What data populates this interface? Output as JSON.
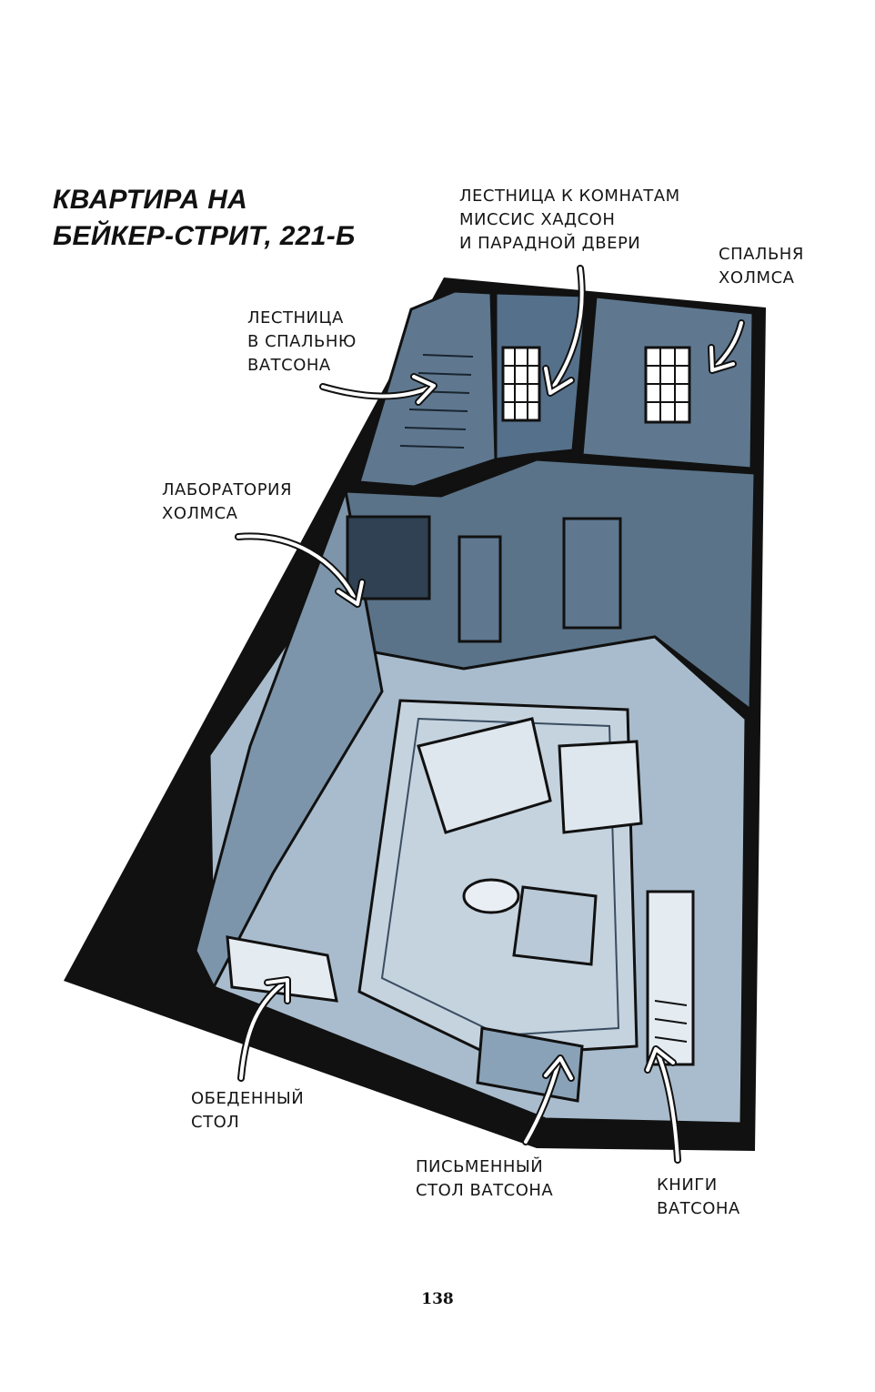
{
  "title": {
    "line1": "КВАРТИРА НА",
    "line2": "БЕЙКЕР-СТРИТ, 221-Б"
  },
  "labels": {
    "stairs_hudson": {
      "line1": "ЛЕСТНИЦА К КОМНАТАМ",
      "line2": "МИССИС ХАДСОН",
      "line3": "И ПАРАДНОЙ ДВЕРИ"
    },
    "holmes_bedroom": {
      "line1": "СПАЛЬНЯ",
      "line2": "ХОЛМСА"
    },
    "stairs_watson": {
      "line1": "ЛЕСТНИЦА",
      "line2": "В СПАЛЬНЮ",
      "line3": "ВАТСОНА"
    },
    "holmes_lab": {
      "line1": "ЛАБОРАТОРИЯ",
      "line2": "ХОЛМСА"
    },
    "dining_table": {
      "line1": "ОБЕДЕННЫЙ",
      "line2": "СТОЛ"
    },
    "watson_desk": {
      "line1": "ПИСЬМЕННЫЙ",
      "line2": "СТОЛ ВАТСОНА"
    },
    "watson_books": {
      "line1": "КНИГИ",
      "line2": "ВАТСОНА"
    }
  },
  "page_number": "138",
  "colors": {
    "wall_dark": "#111111",
    "room_blue": "#5f7890",
    "floor_light": "#a9bccd",
    "floor_mid": "#8aa2b8",
    "rug": "#c5d3df"
  }
}
